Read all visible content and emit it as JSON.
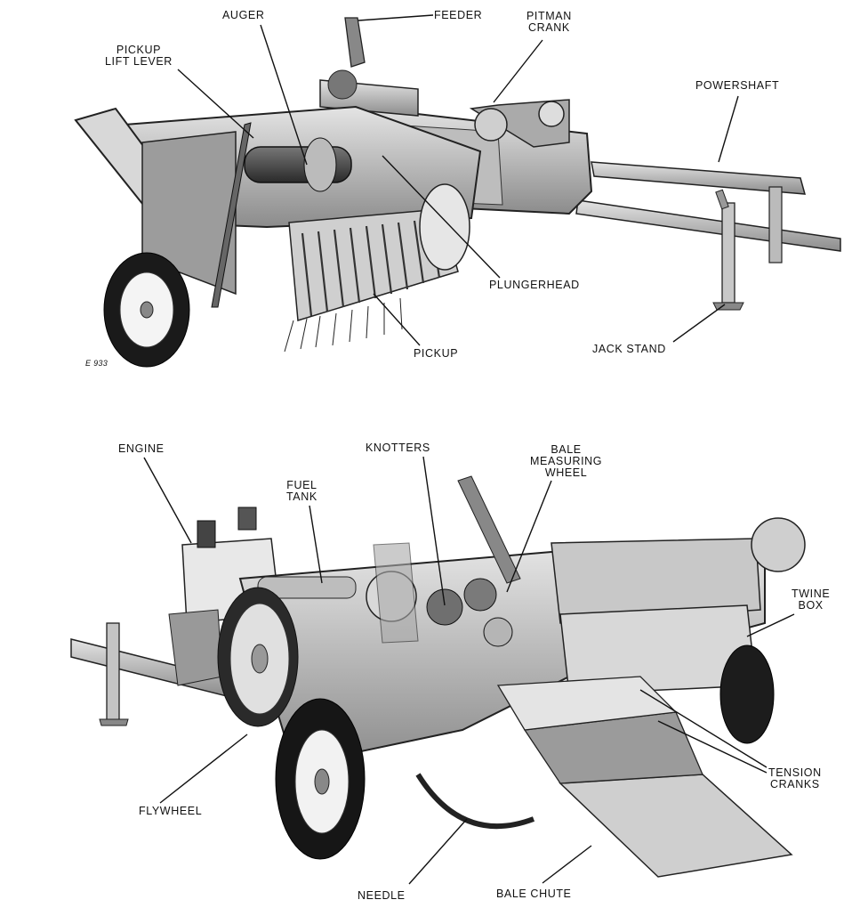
{
  "top_figure": {
    "figure_code": "E 933",
    "labels": {
      "auger": "AUGER",
      "feeder": "FEEDER",
      "pitman_crank": [
        "PITMAN",
        "CRANK"
      ],
      "pickup_lift_lever": [
        "PICKUP",
        "LIFT LEVER"
      ],
      "powershaft": "POWERSHAFT",
      "plungerhead": "PLUNGERHEAD",
      "pickup": "PICKUP",
      "jack_stand": "JACK STAND"
    }
  },
  "bottom_figure": {
    "labels": {
      "engine": "ENGINE",
      "fuel_tank": [
        "FUEL",
        "TANK"
      ],
      "knotters": "KNOTTERS",
      "bale_measuring_wheel": [
        "BALE",
        "MEASURING",
        "WHEEL"
      ],
      "twine_box": [
        "TWINE",
        "BOX"
      ],
      "tension_cranks": [
        "TENSION",
        "CRANKS"
      ],
      "flywheel": "FLYWHEEL",
      "needle": "NEEDLE",
      "bale_chute": "BALE CHUTE"
    }
  },
  "colors": {
    "ink": "#111111",
    "metal_light": "#d9d9d9",
    "metal_mid": "#9a9a9a",
    "metal_dark": "#3c3c3c"
  }
}
